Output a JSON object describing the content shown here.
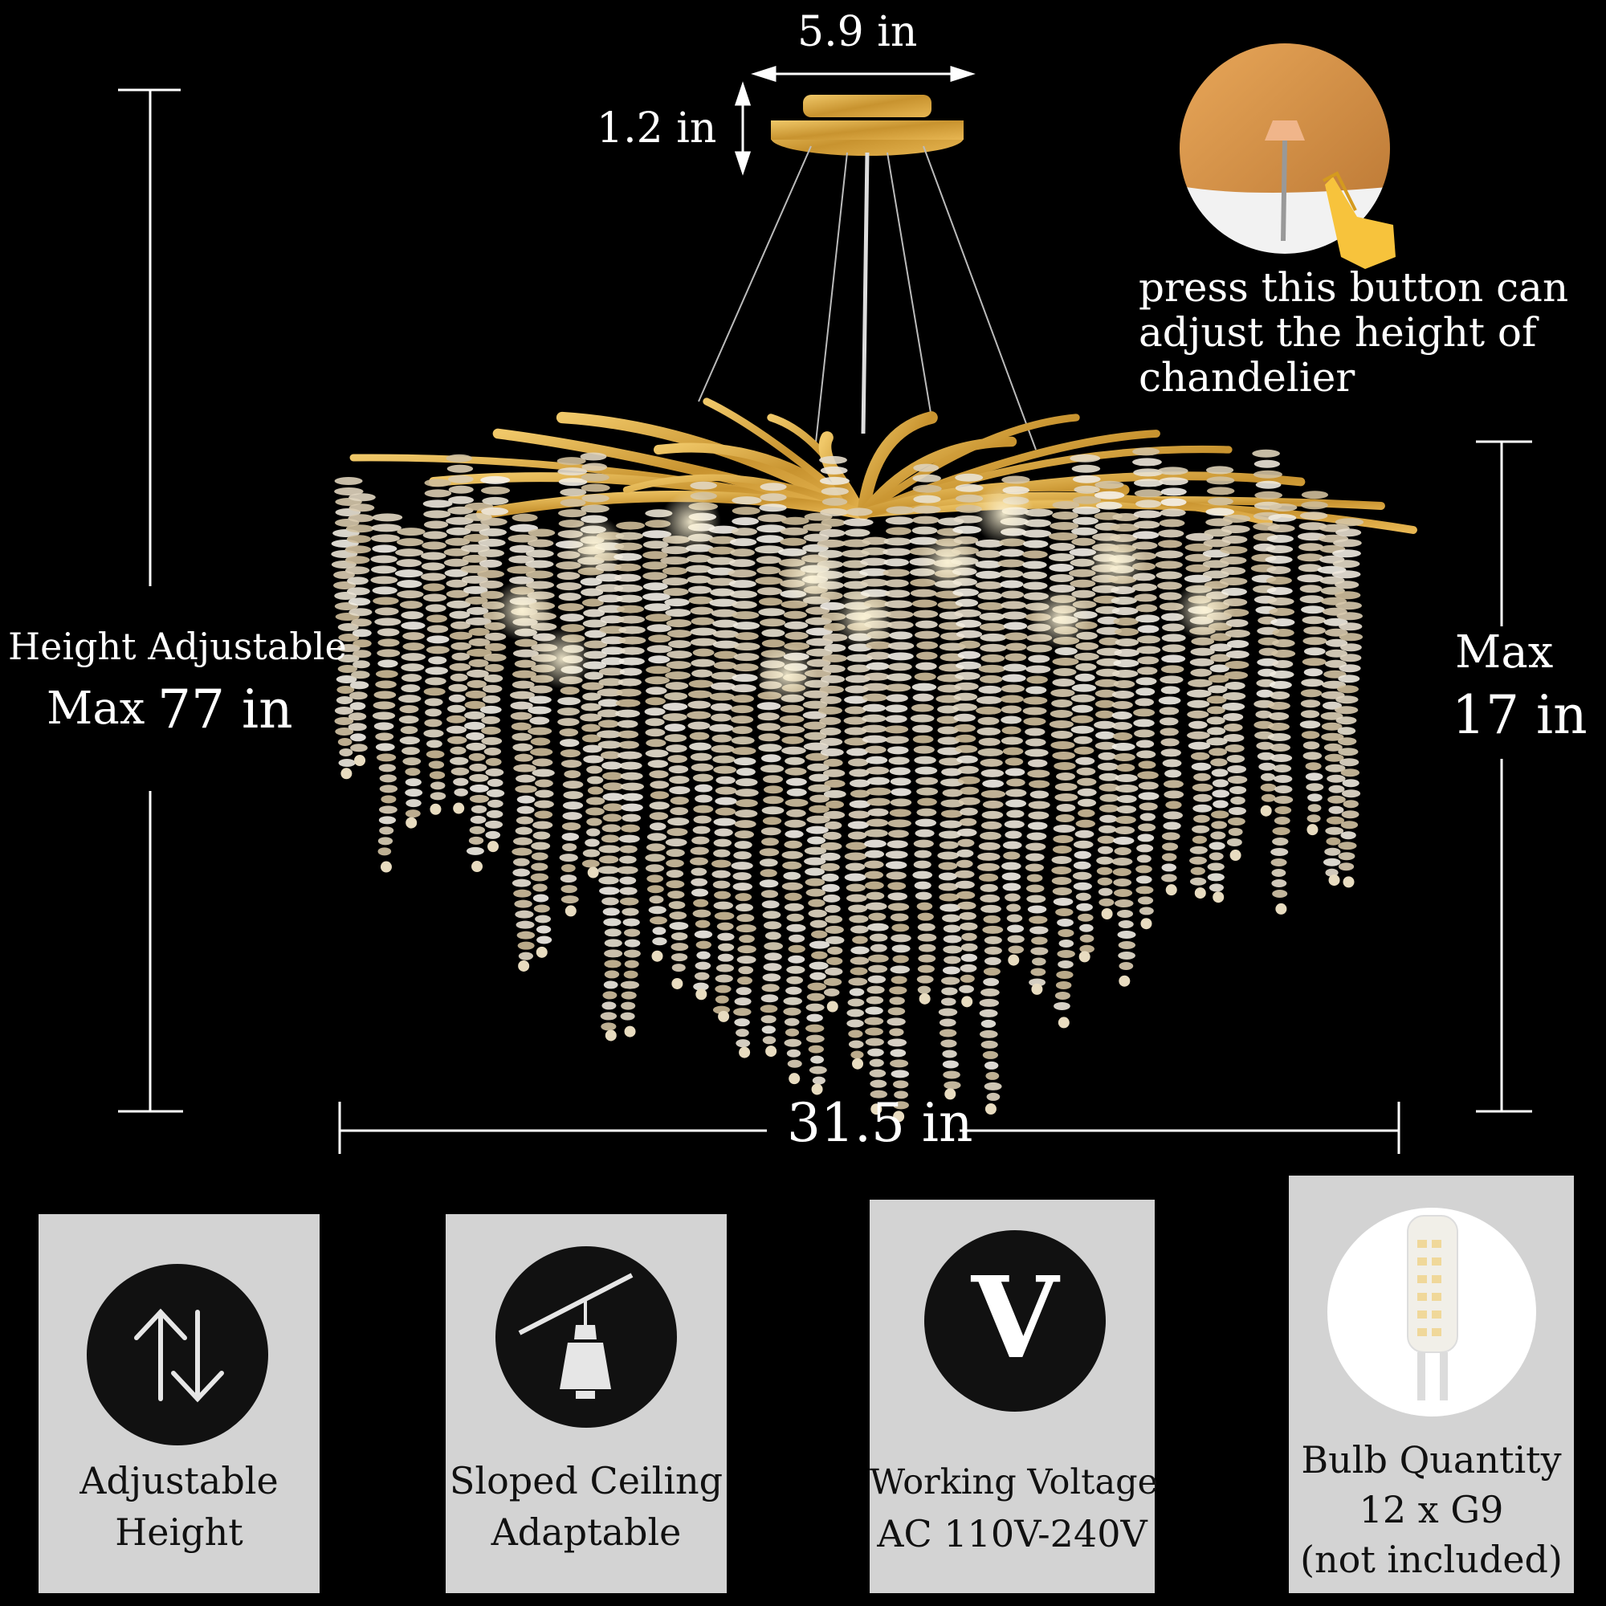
{
  "dimensions": {
    "canopy_width": "5.9 in",
    "canopy_height": "1.2 in",
    "total_height_label": "Height Adjustable",
    "total_height_value_prefix": "Max",
    "total_height_value": "77 in",
    "body_height_label": "Max",
    "body_height_value": "17 in",
    "diameter": "31.5 in"
  },
  "inset_note": "press this button can adjust the height of chandelier",
  "features": [
    {
      "icon": "up-down-arrows-icon",
      "line1": "Adjustable",
      "line2": "Height"
    },
    {
      "icon": "sloped-ceiling-pendant-icon",
      "line1": "Sloped Ceiling",
      "line2": "Adaptable"
    },
    {
      "icon": "voltage-v-icon",
      "icon_text": "V",
      "line1": "Working Voltage",
      "line2": "AC 110V-240V"
    },
    {
      "icon": "g9-bulb-icon",
      "line1": "Bulb Quantity",
      "line2": "12 x G9",
      "line3": "(not included)"
    }
  ],
  "colors": {
    "background": "#000000",
    "card": "#d3d3d3",
    "gold": "#c89a3c"
  }
}
